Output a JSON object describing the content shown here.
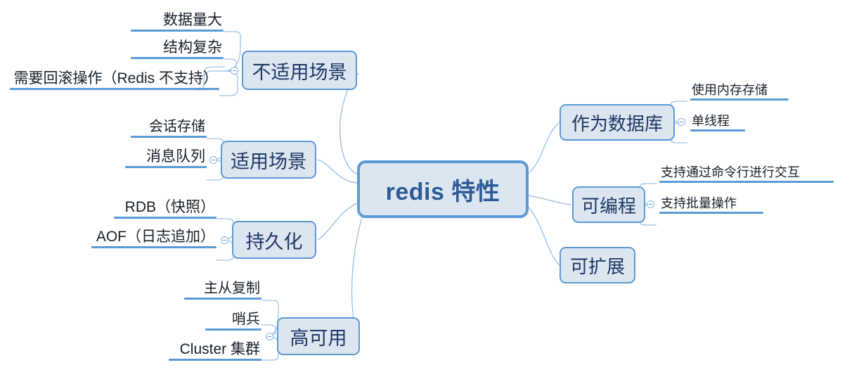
{
  "document": {
    "type": "mind-map",
    "title": "redis 特性",
    "background_color": "#ffffff"
  },
  "theme": {
    "node_fill": "#dce6f1",
    "node_border": "#5b9bd5",
    "central_text_color": "#2e5b96",
    "topic_text_color": "#1f3864",
    "leaf_text_color": "#17202a",
    "leaf_underline_color": "#5b9bd5",
    "connector_color": "#9dc3e6"
  },
  "central": {
    "label": "redis 特性"
  },
  "branches": [
    {
      "id": "not-suitable",
      "label": "不适用场景",
      "side": "left",
      "toggle": "collapse-toggle",
      "children": [
        {
          "label": "数据量大"
        },
        {
          "label": "结构复杂"
        },
        {
          "label": "需要回滚操作（Redis 不支持）"
        }
      ]
    },
    {
      "id": "suitable",
      "label": "适用场景",
      "side": "left",
      "toggle": "collapse-toggle",
      "children": [
        {
          "label": "会话存储"
        },
        {
          "label": "消息队列"
        }
      ]
    },
    {
      "id": "persistence",
      "label": "持久化",
      "side": "left",
      "toggle": "collapse-toggle",
      "children": [
        {
          "label": "RDB（快照）"
        },
        {
          "label": "AOF（日志追加）"
        }
      ]
    },
    {
      "id": "high-availability",
      "label": "高可用",
      "side": "left",
      "toggle": "collapse-toggle",
      "children": [
        {
          "label": "主从复制"
        },
        {
          "label": "哨兵"
        },
        {
          "label": "Cluster 集群"
        }
      ]
    },
    {
      "id": "as-database",
      "label": "作为数据库",
      "side": "right",
      "toggle": "collapse-toggle",
      "children": [
        {
          "label": "使用内存存储"
        },
        {
          "label": "单线程"
        }
      ]
    },
    {
      "id": "programmable",
      "label": "可编程",
      "side": "right",
      "toggle": "collapse-toggle",
      "children": [
        {
          "label": "支持通过命令行进行交互"
        },
        {
          "label": "支持批量操作"
        }
      ]
    },
    {
      "id": "scalable",
      "label": "可扩展",
      "side": "right",
      "toggle": null,
      "children": []
    }
  ]
}
